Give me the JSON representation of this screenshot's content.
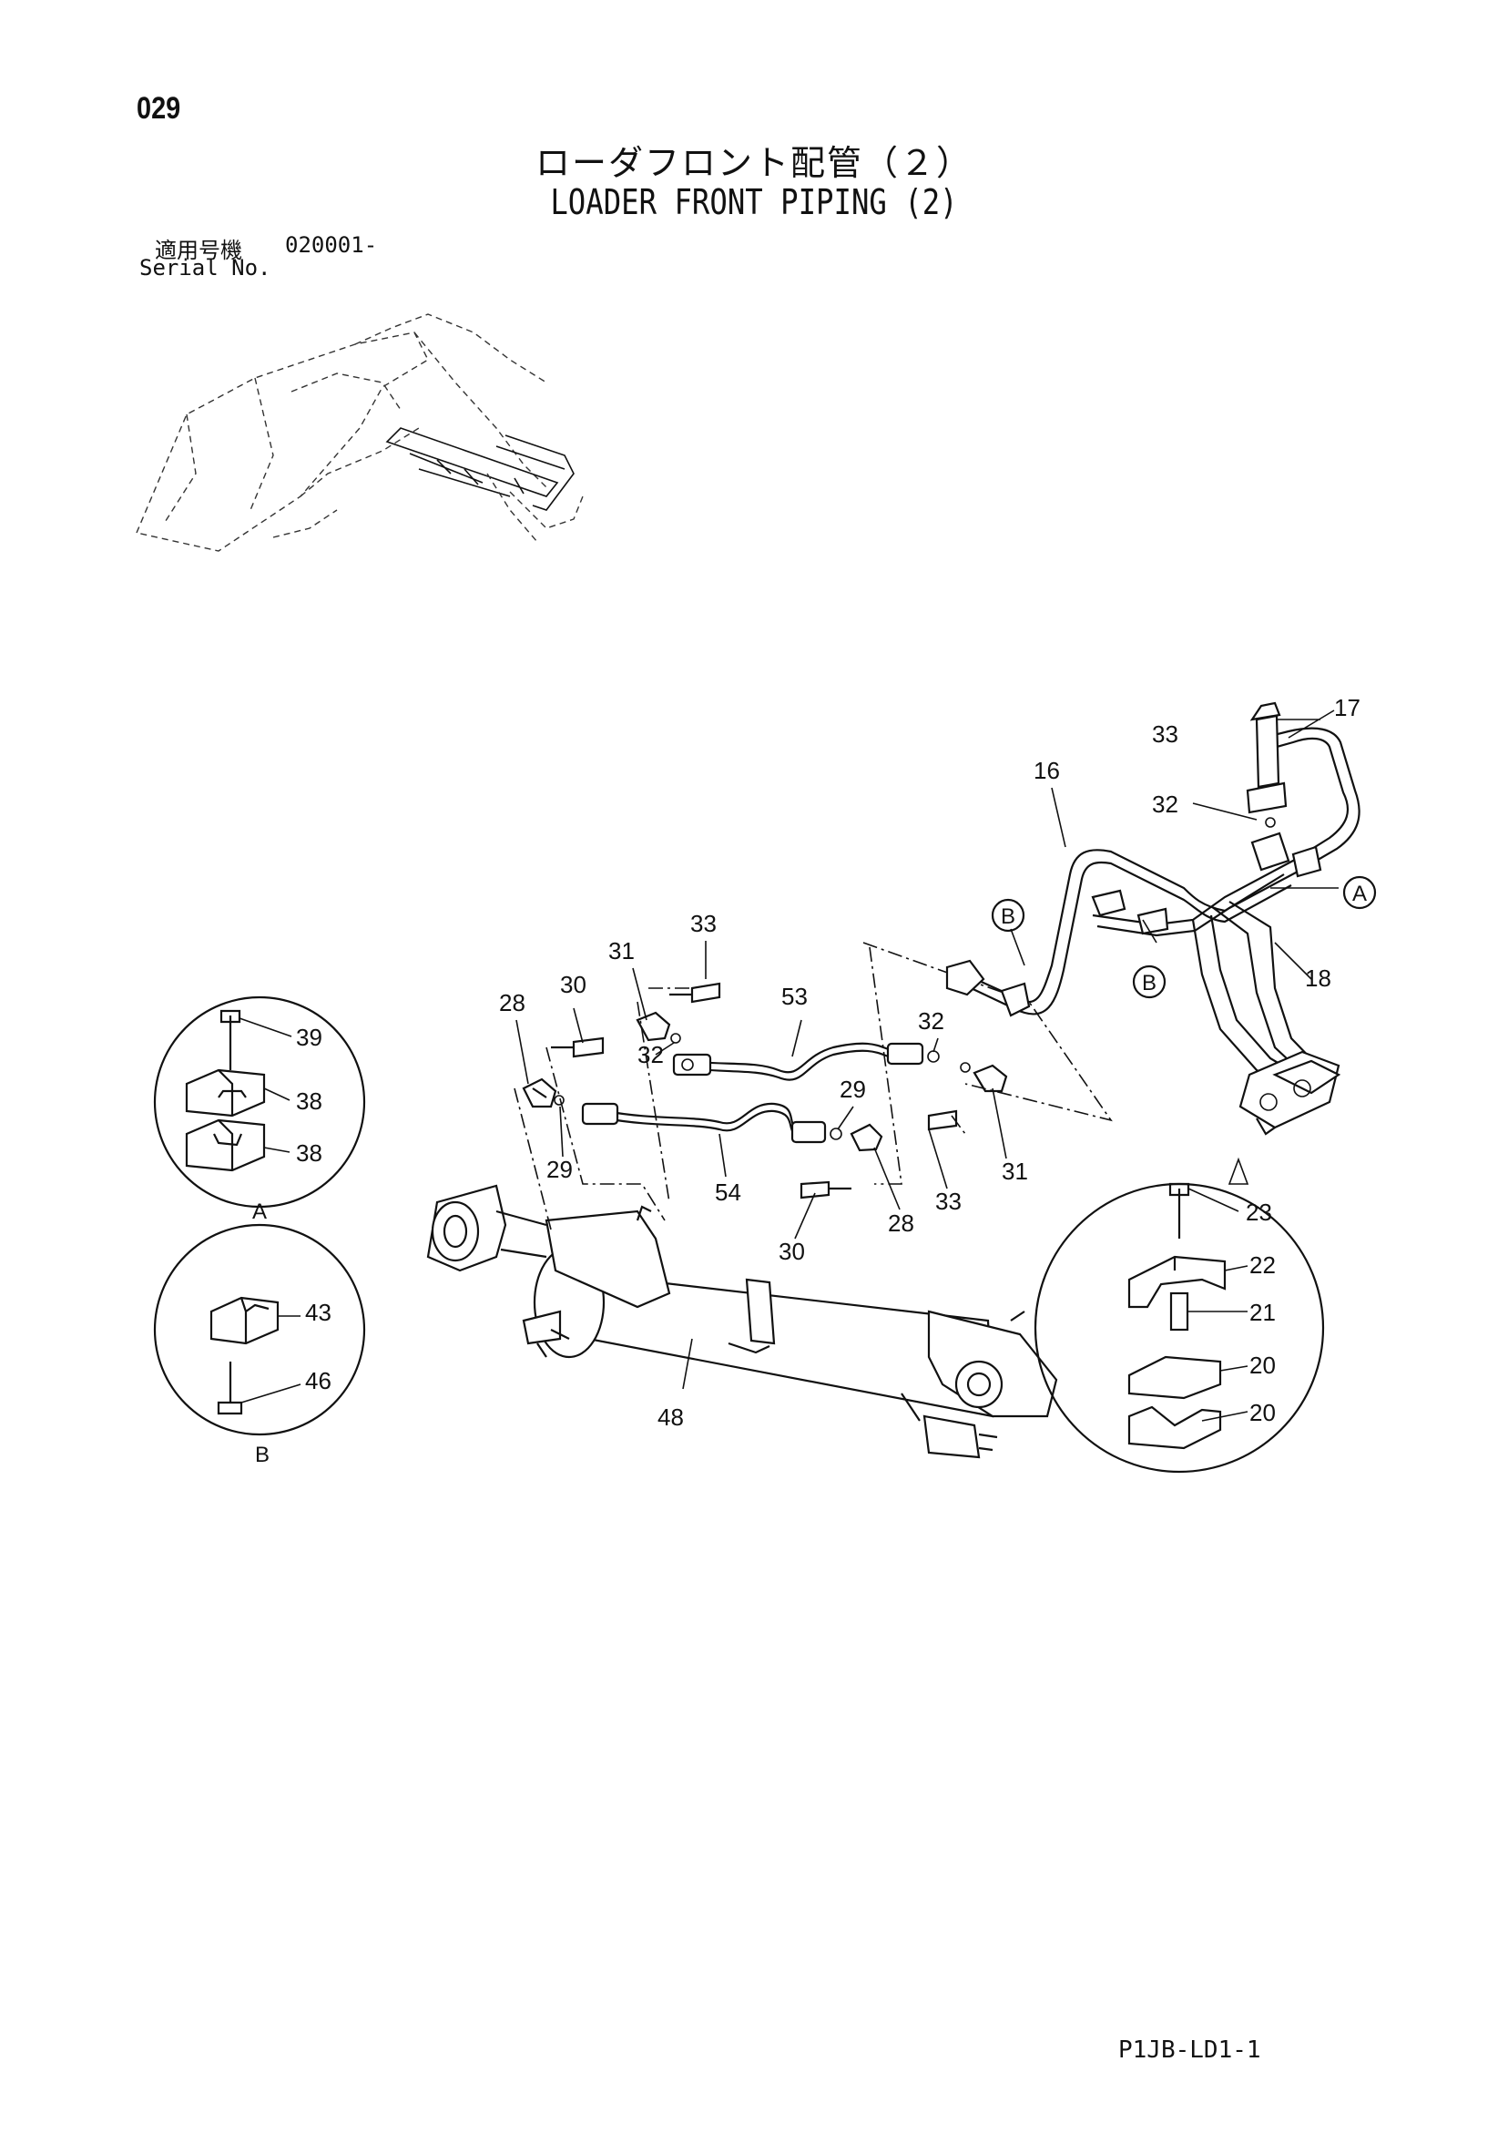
{
  "header": {
    "page_number": "029",
    "title_ja": "ローダフロント配管（２）",
    "title_en": "LOADER FRONT PIPING (2)",
    "serial_label_ja": "適用号機",
    "serial_value": "020001-",
    "serial_label_en": "Serial No."
  },
  "detail_views": {
    "A": {
      "caption": "A"
    },
    "B": {
      "caption": "B"
    }
  },
  "callout_markers": [
    "A",
    "B",
    "B"
  ],
  "part_labels": [
    "17",
    "33",
    "16",
    "32",
    "A",
    "B",
    "B",
    "18",
    "33",
    "31",
    "53",
    "30",
    "28",
    "32",
    "32",
    "29",
    "29",
    "54",
    "31",
    "33",
    "28",
    "30",
    "39",
    "38",
    "38",
    "43",
    "46",
    "48",
    "23",
    "22",
    "21",
    "20",
    "20"
  ],
  "footer": {
    "drawing_code": "P1JB-LD1-1"
  }
}
